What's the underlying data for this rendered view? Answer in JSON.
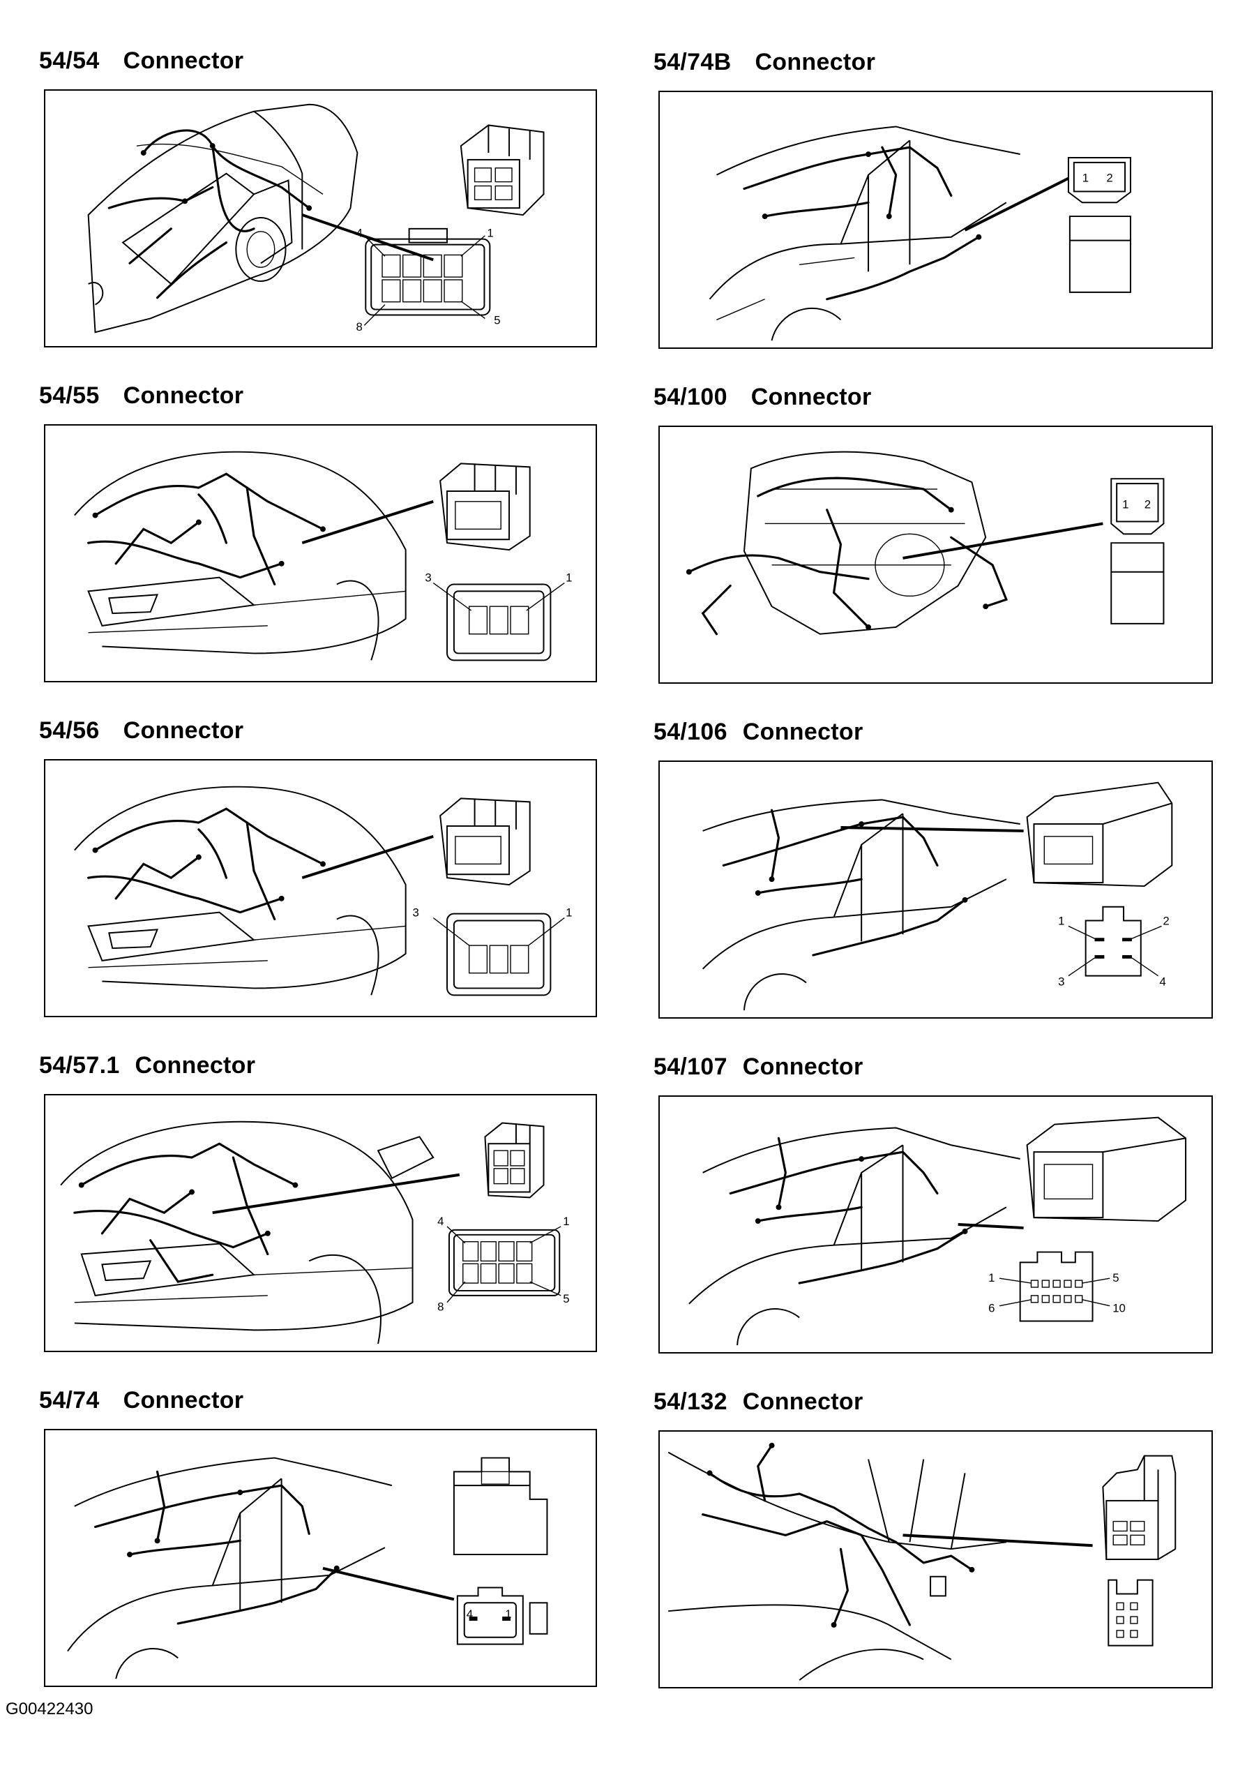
{
  "panels": [
    {
      "number": "54/54",
      "label": "Connector",
      "view": "rear-left",
      "pins": [
        "4",
        "1",
        "8",
        "5"
      ]
    },
    {
      "number": "54/74B",
      "label": "Connector",
      "view": "side-front",
      "pins": [
        "1",
        "2"
      ]
    },
    {
      "number": "54/55",
      "label": "Connector",
      "view": "engine-bay",
      "pins": [
        "3",
        "1"
      ]
    },
    {
      "number": "54/100",
      "label": "Connector",
      "view": "engine-harness",
      "pins": [
        "1",
        "2"
      ]
    },
    {
      "number": "54/56",
      "label": "Connector",
      "view": "engine-bay",
      "pins": [
        "3",
        "1"
      ]
    },
    {
      "number": "54/106",
      "label": "Connector",
      "view": "side-front",
      "pins": [
        "1",
        "2",
        "3",
        "4"
      ]
    },
    {
      "number": "54/57.1",
      "label": "Connector",
      "view": "engine-bay",
      "pins": [
        "4",
        "1",
        "8",
        "5"
      ]
    },
    {
      "number": "54/107",
      "label": "Connector",
      "view": "side-front",
      "pins": [
        "1",
        "5",
        "6",
        "10"
      ]
    },
    {
      "number": "54/74",
      "label": "Connector",
      "view": "side-front",
      "pins": [
        "4",
        "1"
      ]
    },
    {
      "number": "54/132",
      "label": "Connector",
      "view": "dash-harness",
      "pins": []
    }
  ],
  "footer": {
    "code": "G00422430"
  }
}
